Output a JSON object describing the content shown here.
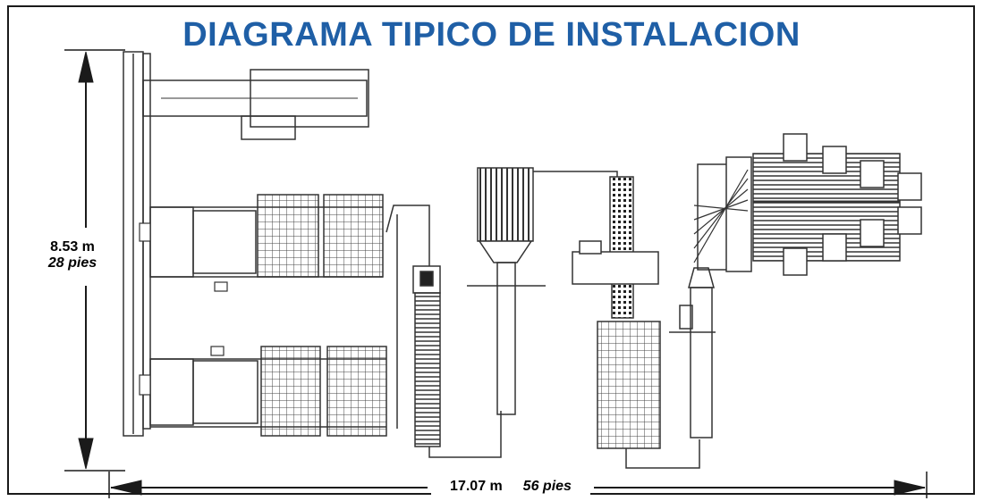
{
  "title": "DIAGRAMA TIPICO DE INSTALACION",
  "colors": {
    "title": "#1f5fa6",
    "line": "#1a1a1a",
    "equipment": "#333333"
  },
  "dimensions": {
    "height_metric": "8.53 m",
    "height_imperial": "28 pies",
    "width_metric": "17.07 m",
    "width_imperial": "56 pies"
  }
}
